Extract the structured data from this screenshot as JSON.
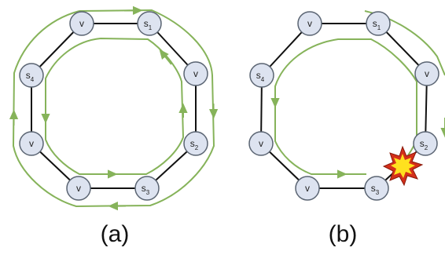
{
  "colors": {
    "edge": "#111111",
    "node_fill": "#dde3f0",
    "node_stroke": "#5a6472",
    "arrow": "#86b35a",
    "burst_outer": "#d42f1a",
    "burst_inner": "#ffe11f"
  },
  "panels": [
    {
      "id": "a",
      "label": "(a)",
      "nodes": [
        {
          "main": "v",
          "sub": ""
        },
        {
          "main": "s",
          "sub": "1"
        },
        {
          "main": "v",
          "sub": ""
        },
        {
          "main": "s",
          "sub": "2"
        },
        {
          "main": "s",
          "sub": "3"
        },
        {
          "main": "v",
          "sub": ""
        },
        {
          "main": "v",
          "sub": ""
        },
        {
          "main": "s",
          "sub": "4"
        }
      ]
    },
    {
      "id": "b",
      "label": "(b)",
      "nodes": [
        {
          "main": "v",
          "sub": ""
        },
        {
          "main": "s",
          "sub": "1"
        },
        {
          "main": "v",
          "sub": ""
        },
        {
          "main": "s",
          "sub": "2"
        },
        {
          "main": "s",
          "sub": "3"
        },
        {
          "main": "v",
          "sub": ""
        },
        {
          "main": "v",
          "sub": ""
        },
        {
          "main": "s",
          "sub": "4"
        }
      ],
      "failed_link": {
        "from": "s2",
        "to": "s3",
        "marker": "burst-icon"
      }
    }
  ]
}
